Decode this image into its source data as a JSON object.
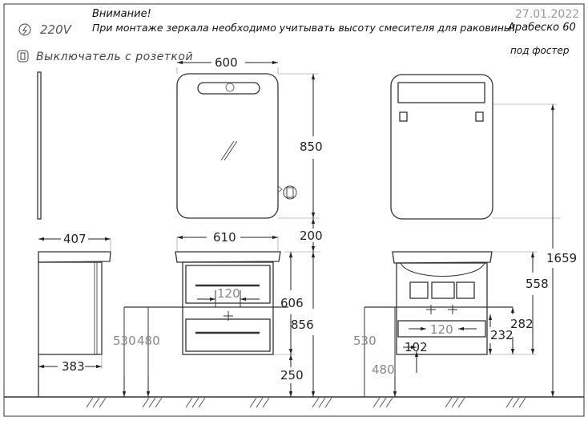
{
  "header": {
    "attention": "Внимание!",
    "voltage": "220V",
    "warning": "При монтаже зеркала необходимо учитывать высоту смесителя для раковины!",
    "date": "27.01.2022",
    "model": "Арабеско 60",
    "model_sub": "под фостер",
    "switch_legend": "Выключатель с розеткой"
  },
  "dimensions": {
    "mirror_width": "600",
    "mirror_height": "850",
    "cabinet_depth": "407",
    "cabinet_width": "610",
    "gap_200": "200",
    "base_depth": "383",
    "pipe_spacing": "120",
    "height_606": "606",
    "height_856": "856",
    "height_530_left": "530",
    "height_480_left": "480",
    "height_250": "250",
    "height_1659": "1659",
    "height_558": "558",
    "height_530_right": "530",
    "height_282": "282",
    "height_232": "232",
    "pipe_spacing_right": "120",
    "offset_102": "102",
    "height_480_right": "480"
  }
}
